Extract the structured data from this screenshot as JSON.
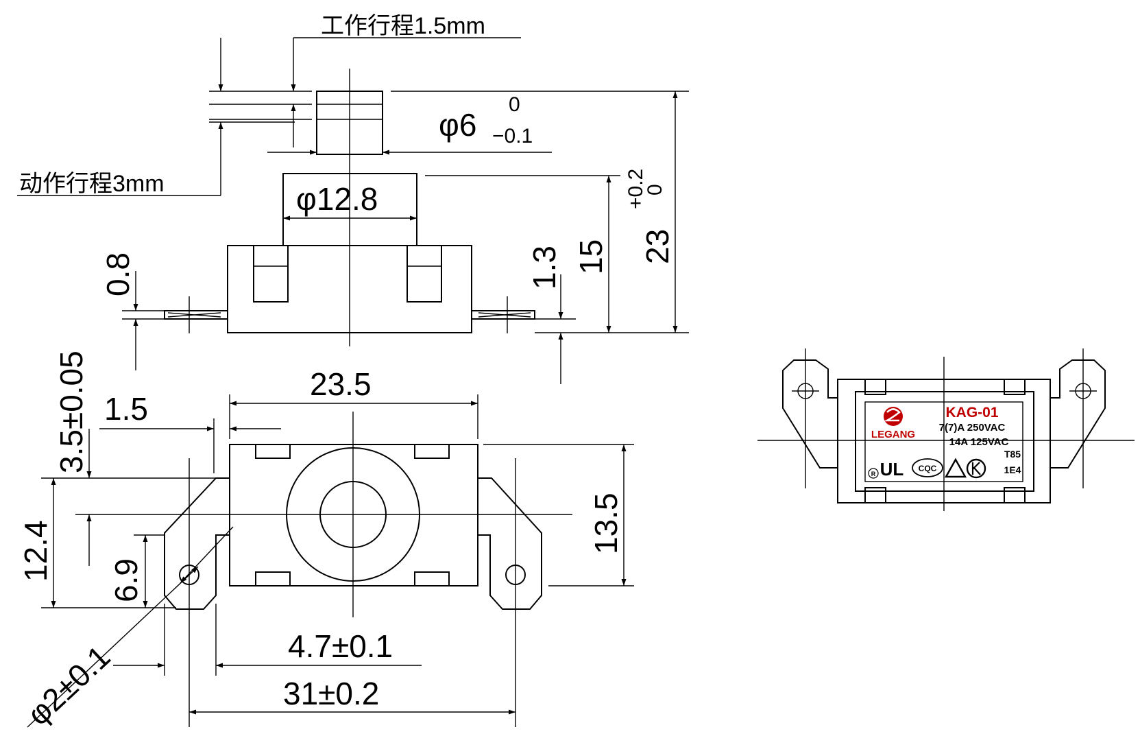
{
  "annotations": {
    "work_travel": "工作行程1.5mm",
    "action_travel": "动作行程3mm"
  },
  "dimensions": {
    "d6": "φ6",
    "d6_tol_upper": "0",
    "d6_tol_lower": "−0.1",
    "d12_8": "φ12.8",
    "h23": "23",
    "h23_tol_upper": "+0.2",
    "h23_tol_lower": "0",
    "h15": "15",
    "h1_3": "1.3",
    "h0_8": "0.8",
    "h3_5": "3.5±0.05",
    "w23_5": "23.5",
    "w1_5": "1.5",
    "h13_5": "13.5",
    "h12_4": "12.4",
    "h6_9": "6.9",
    "d2": "φ2±0.1",
    "w4_7": "4.7±0.1",
    "w31": "31±0.2"
  },
  "label": {
    "brand": "LEGANG",
    "model": "KAG-01",
    "rating_1": "7(7)A 250VAC",
    "rating_2": "14A 125VAC",
    "temp": "T85",
    "code": "1E4",
    "cert_cqc": "CQC",
    "cert_ul": "UL",
    "cert_r": "R"
  },
  "colors": {
    "line": "#000000",
    "brand_red": "#c00000"
  }
}
